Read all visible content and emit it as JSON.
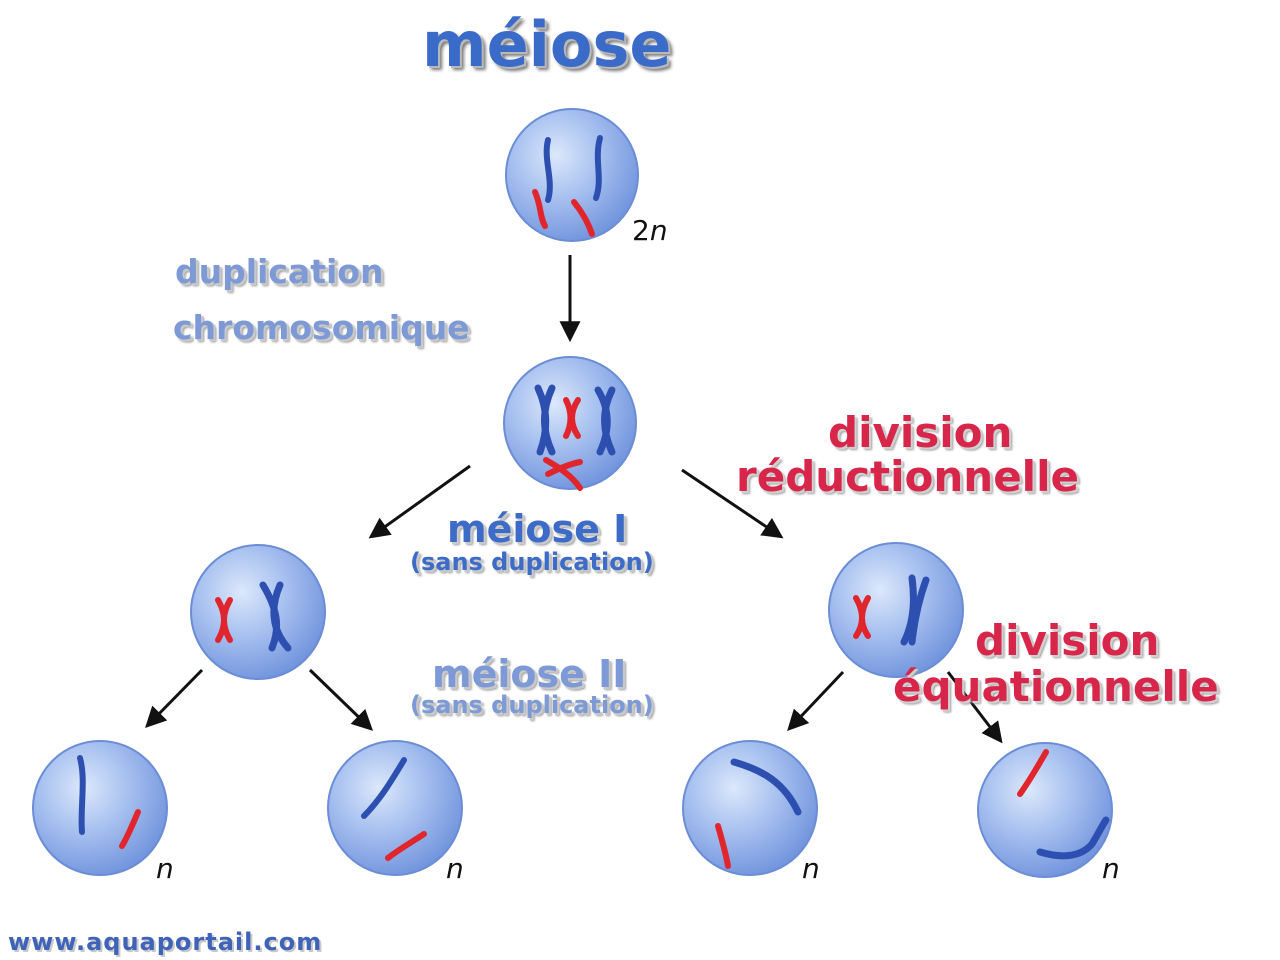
{
  "title": "méiose",
  "labels": {
    "duplication_line1": "duplication",
    "duplication_line2": "chromosomique",
    "meiose_1": "méiose I",
    "meiose_1_note": "(sans duplication)",
    "meiose_2": "méiose II",
    "meiose_2_note": "(sans duplication)",
    "division_red_1": "division",
    "division_red_2": "réductionnelle",
    "division_eq_1": "division",
    "division_eq_2": "équationnelle"
  },
  "ploidy": {
    "top_prefix": "2",
    "haploid": "n"
  },
  "website": "www.aquaportail.com",
  "colors": {
    "cell": "#8fb0ec",
    "cell_light": "#dce8fb",
    "cell_edge": "#5c82cf",
    "chromosome_blue": "#2d4fb0",
    "chromosome_red": "#e0262c",
    "title_blue": "#3a6bc9",
    "label_red": "#d8264a"
  }
}
